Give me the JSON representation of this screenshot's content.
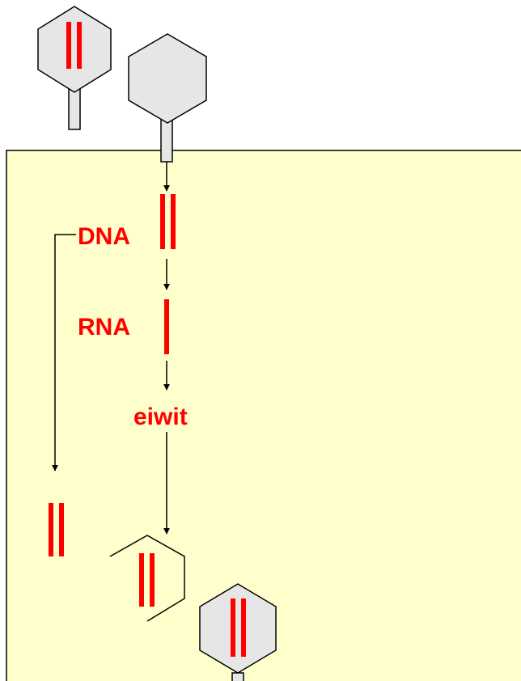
{
  "labels": {
    "dna": "DNA",
    "rna": "RNA",
    "protein": "eiwit"
  },
  "colors": {
    "cell_fill": "#ffffcc",
    "outline": "#000000",
    "nucleic_acid": "#ff0000",
    "capsid_fill": "#e6e6e6",
    "label": "#ff0000"
  },
  "icons": {
    "virus": "virus-icon",
    "dna": "dna-double-strand-icon",
    "rna": "rna-single-strand-icon",
    "arrow": "arrow-down-icon"
  }
}
